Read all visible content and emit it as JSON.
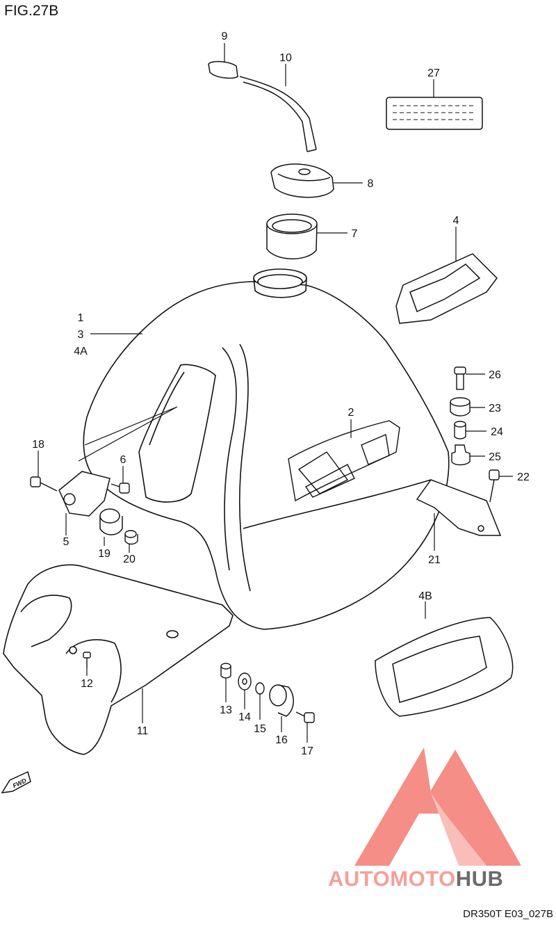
{
  "figure": {
    "title": "FIG.27B",
    "code": "DR350T E03_027B"
  },
  "fwd_label": "FWD",
  "watermark": {
    "brand_a": "AUTOMOTO",
    "brand_b": "HUB",
    "color_a": "#f5a09a",
    "color_b": "#6b6b6b",
    "mark_color": "#f37b73"
  },
  "callouts": {
    "c1": "1",
    "c3": "3",
    "c4a": "4A",
    "c2": "2",
    "c4": "4",
    "c4b": "4B",
    "c5": "5",
    "c6": "6",
    "c7": "7",
    "c8": "8",
    "c9": "9",
    "c10": "10",
    "c11": "11",
    "c12": "12",
    "c13": "13",
    "c14": "14",
    "c15": "15",
    "c16": "16",
    "c17": "17",
    "c18": "18",
    "c19": "19",
    "c20": "20",
    "c21": "21",
    "c22": "22",
    "c23": "23",
    "c24": "24",
    "c25": "25",
    "c26": "26",
    "c27": "27"
  }
}
